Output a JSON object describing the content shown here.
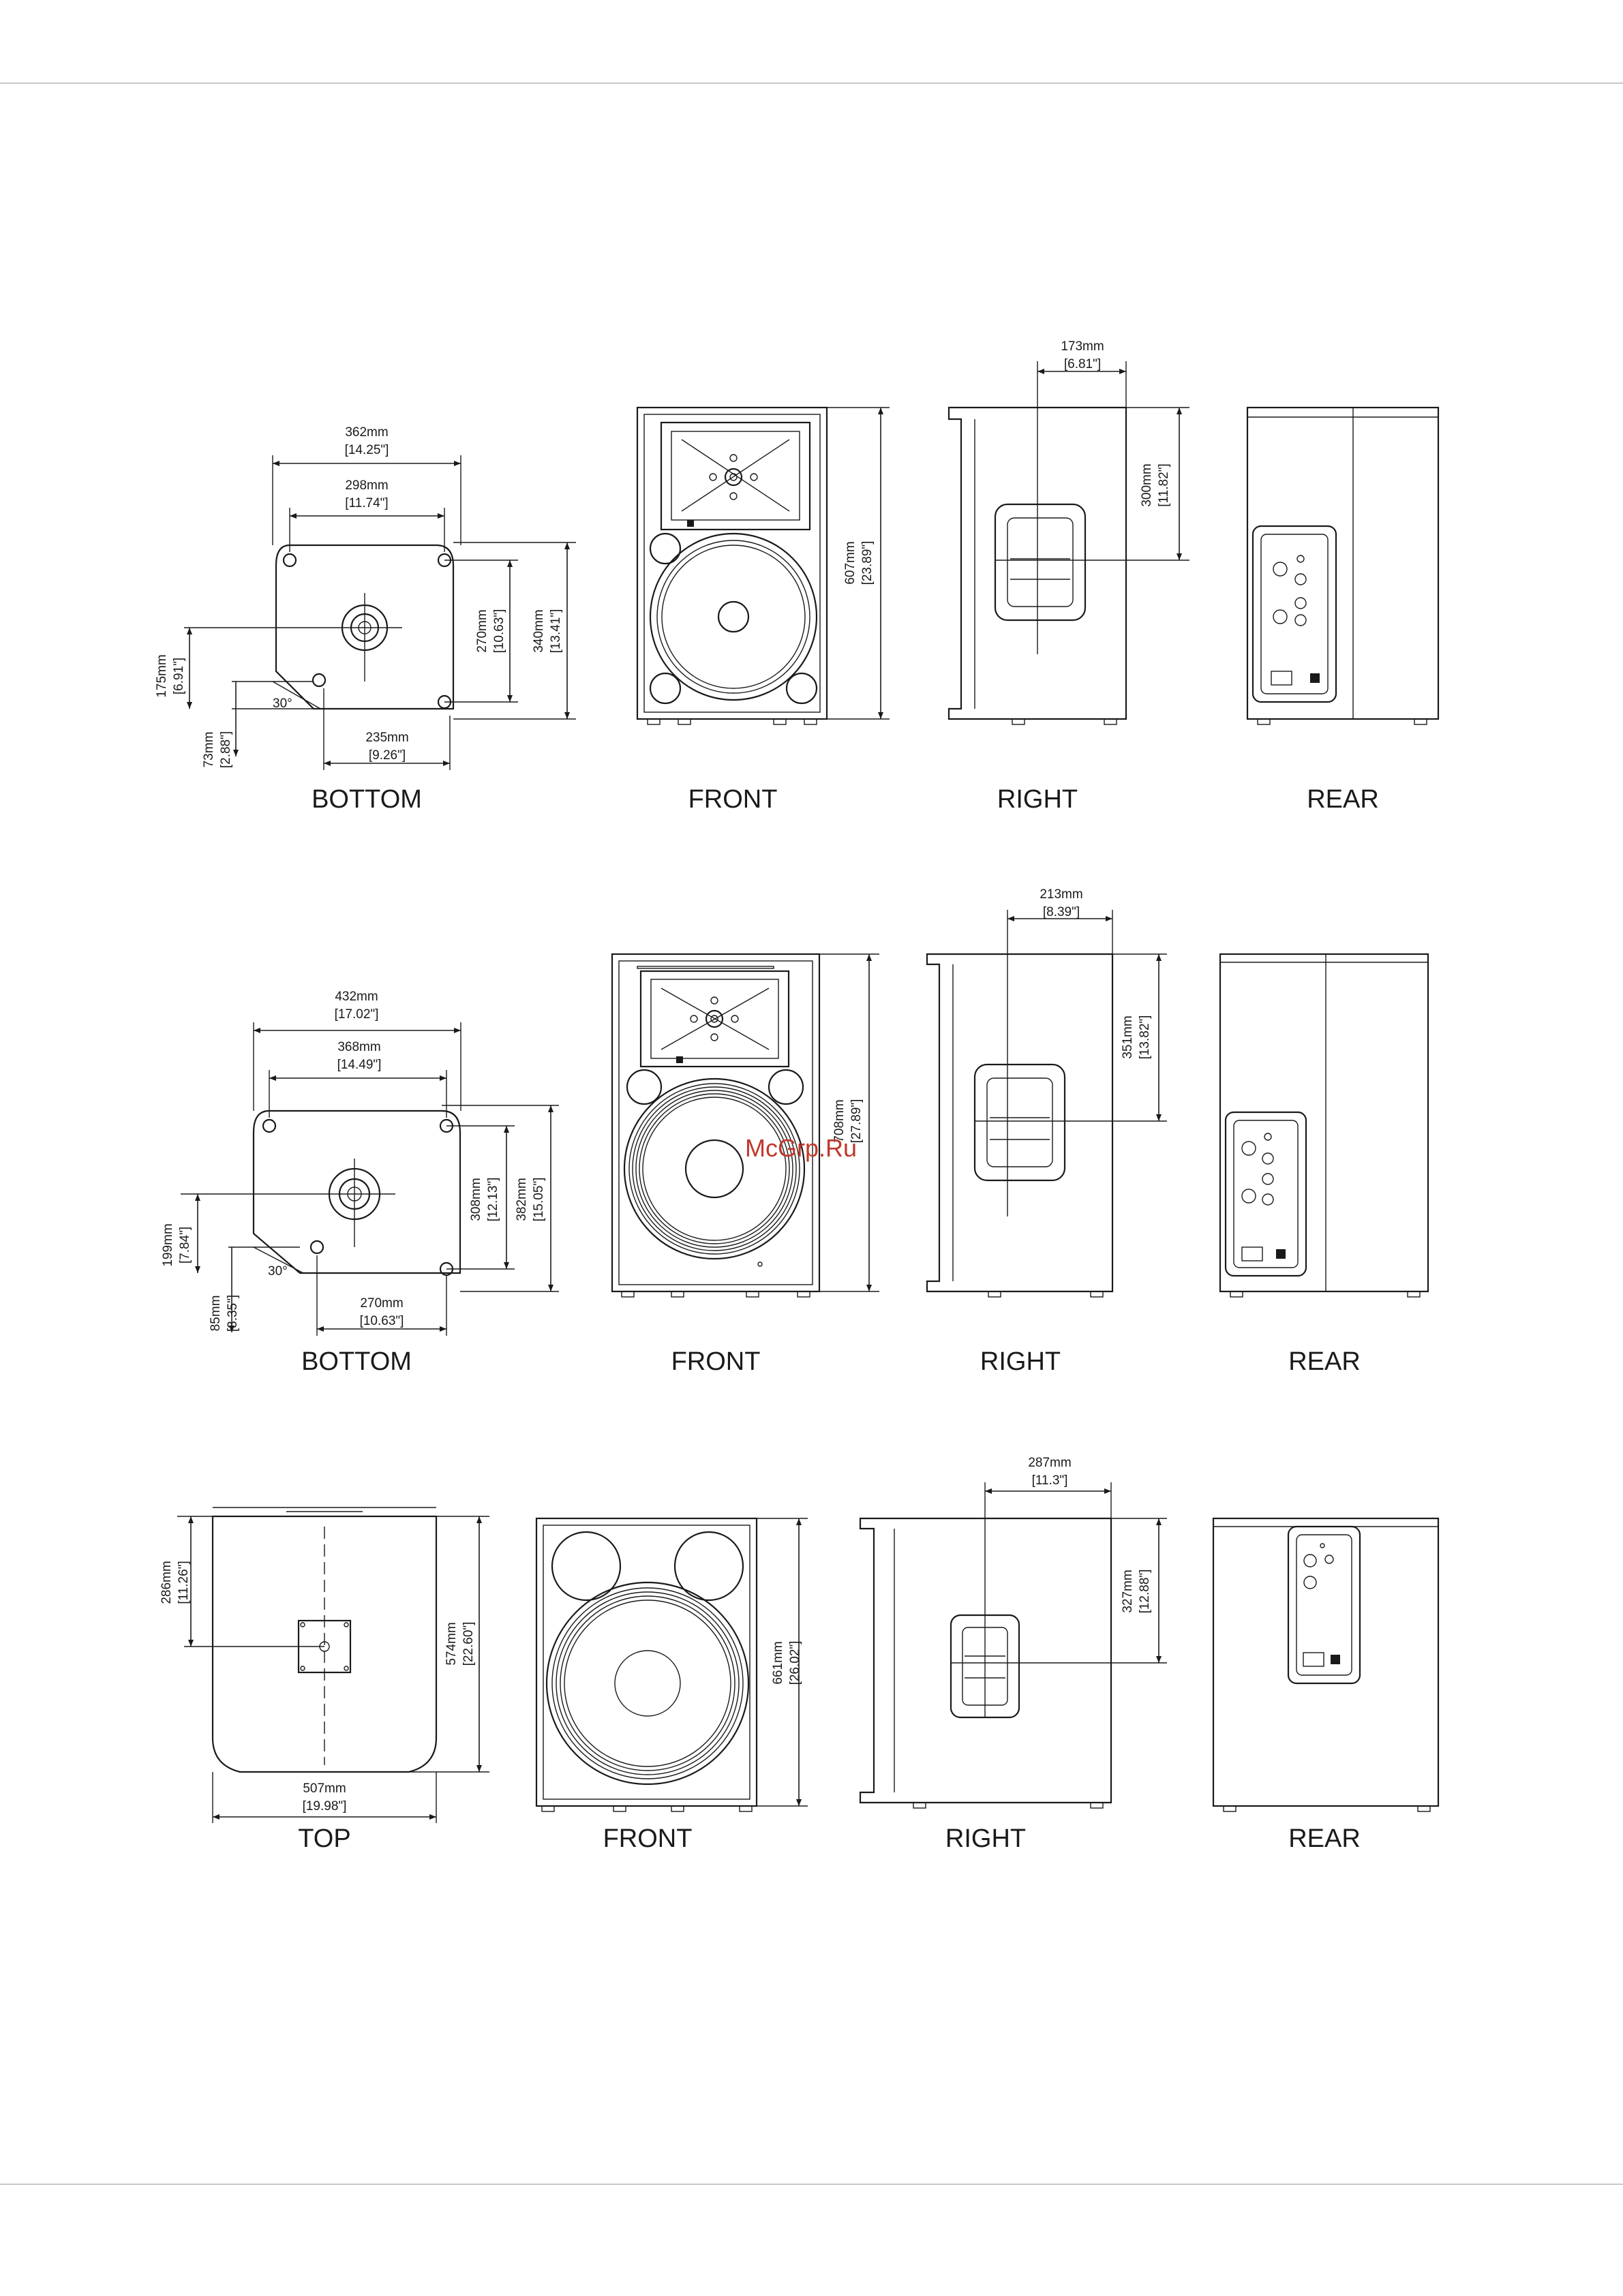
{
  "rows": [
    {
      "views": [
        "BOTTOM",
        "FRONT",
        "RIGHT",
        "REAR"
      ],
      "dims": {
        "bottom_w_outer": [
          "362mm",
          "[14.25\"]"
        ],
        "bottom_w_inner": [
          "298mm",
          "[11.74\"]"
        ],
        "bottom_h_inner": [
          "270mm",
          "[10.63\"]"
        ],
        "bottom_h_outer": [
          "340mm",
          "[13.41\"]"
        ],
        "bottom_left": [
          "175mm",
          "[6.91\"]"
        ],
        "bottom_angle": "30°",
        "bottom_low": [
          "73mm",
          "[2.88\"]"
        ],
        "bottom_base": [
          "235mm",
          "[9.26\"]"
        ],
        "front_h": [
          "607mm",
          "[23.89\"]"
        ],
        "right_top": [
          "173mm",
          "[6.81\"]"
        ],
        "right_h": [
          "300mm",
          "[11.82\"]"
        ]
      }
    },
    {
      "views": [
        "BOTTOM",
        "FRONT",
        "RIGHT",
        "REAR"
      ],
      "dims": {
        "bottom_w_outer": [
          "432mm",
          "[17.02\"]"
        ],
        "bottom_w_inner": [
          "368mm",
          "[14.49\"]"
        ],
        "bottom_h_inner": [
          "308mm",
          "[12.13\"]"
        ],
        "bottom_h_outer": [
          "382mm",
          "[15.05\"]"
        ],
        "bottom_left": [
          "199mm",
          "[7.84\"]"
        ],
        "bottom_angle": "30°",
        "bottom_low": [
          "85mm",
          "[3.35\"]"
        ],
        "bottom_base": [
          "270mm",
          "[10.63\"]"
        ],
        "front_h": [
          "708mm",
          "[27.89\"]"
        ],
        "right_top": [
          "213mm",
          "[8.39\"]"
        ],
        "right_h": [
          "351mm",
          "[13.82\"]"
        ]
      }
    },
    {
      "views": [
        "TOP",
        "FRONT",
        "RIGHT",
        "REAR"
      ],
      "dims": {
        "top_left": [
          "286mm",
          "[11.26\"]"
        ],
        "top_h": [
          "574mm",
          "[22.60\"]"
        ],
        "top_w": [
          "507mm",
          "[19.98\"]"
        ],
        "front_h": [
          "661mm",
          "[26.02\"]"
        ],
        "right_top": [
          "287mm",
          "[11.3\"]"
        ],
        "right_h": [
          "327mm",
          "[12.88\"]"
        ]
      }
    }
  ],
  "watermark": "McGrp.Ru"
}
